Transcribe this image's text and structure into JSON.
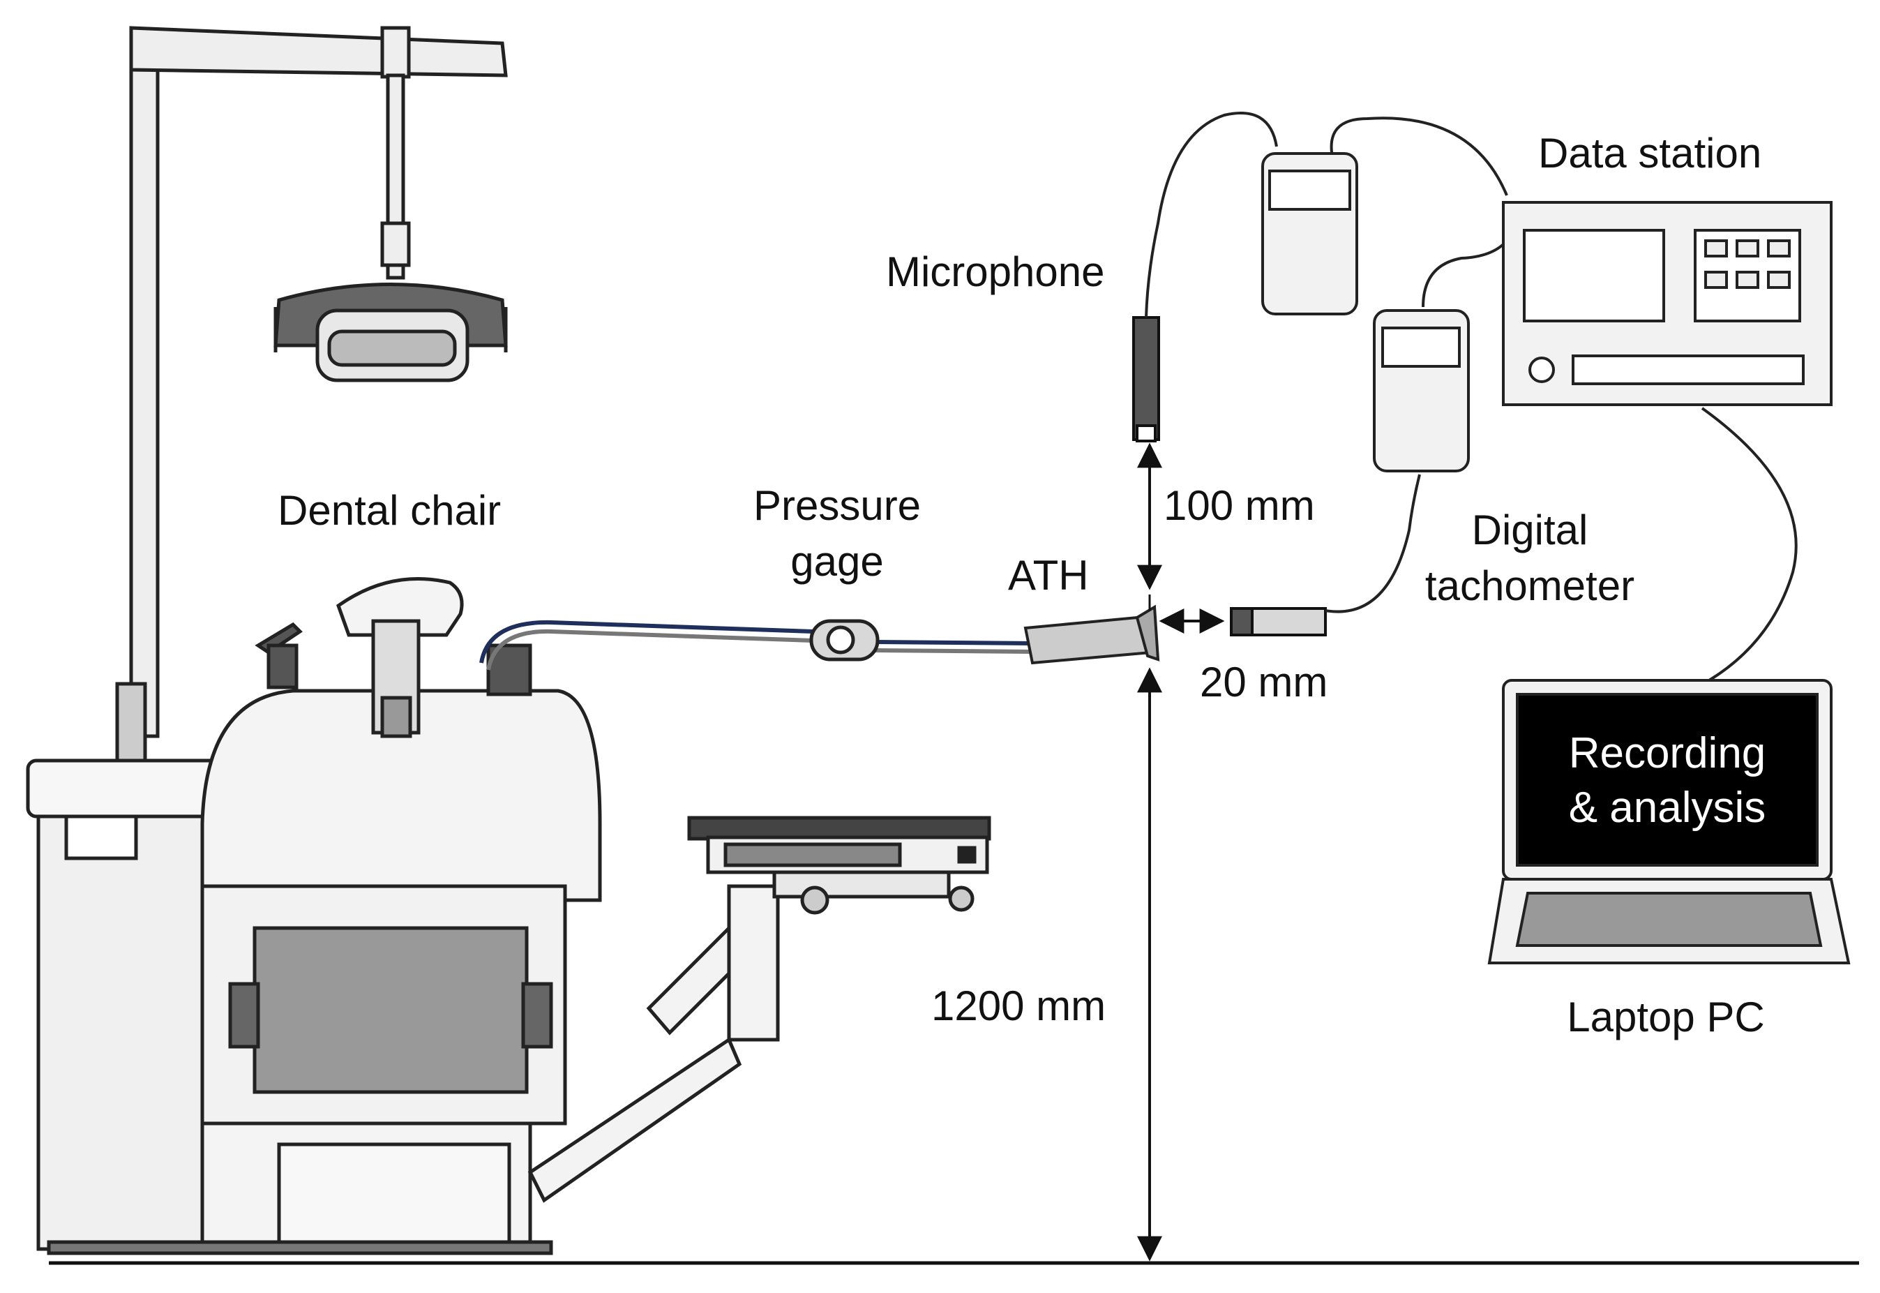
{
  "labels": {
    "dental_chair": "Dental chair",
    "pressure_gage_line1": "Pressure",
    "pressure_gage_line2": "gage",
    "ath": "ATH",
    "microphone": "Microphone",
    "data_station": "Data station",
    "digital_tachometer_line1": "Digital",
    "digital_tachometer_line2": "tachometer",
    "laptop_pc": "Laptop PC",
    "dist_mic": "100 mm",
    "dist_tacho": "20 mm",
    "dist_floor": "1200 mm"
  },
  "laptop_screen": {
    "line1": "Recording",
    "line2": "& analysis"
  },
  "colors": {
    "ink": "#111111",
    "device_fill": "#f2f2f2",
    "screen_fill": "#000000",
    "chair_fill": "#eeeeee",
    "chair_dark": "#555555",
    "hose": "#1f2f5c",
    "microphone_body": "#555555"
  }
}
